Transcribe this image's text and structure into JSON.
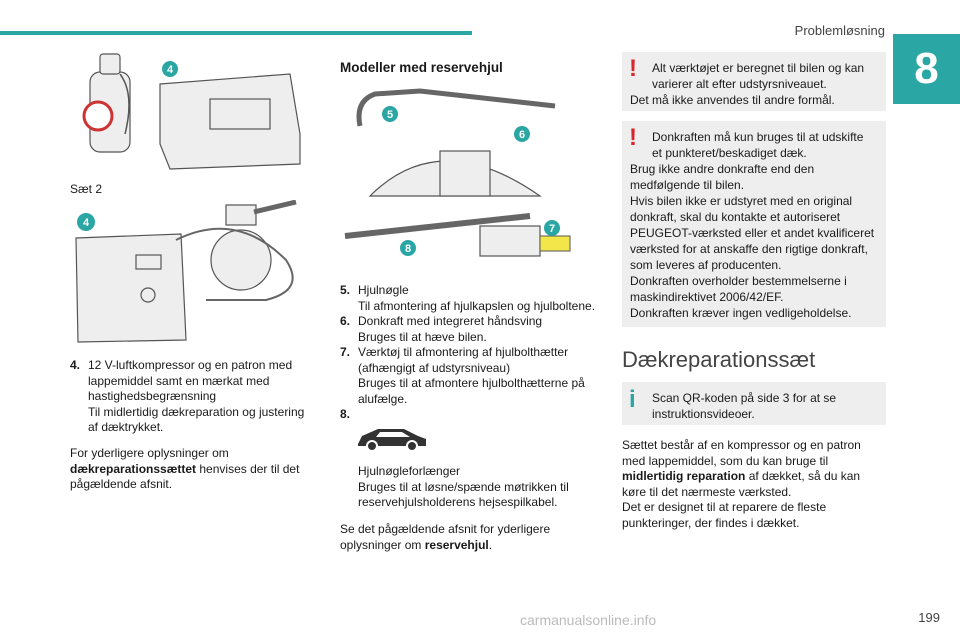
{
  "header": {
    "section": "Problemløsning",
    "chapter": "8"
  },
  "left": {
    "set2_label": "Sæt 2",
    "badge_a": "4",
    "badge_b": "4",
    "item4_num": "4.",
    "item4_lines": [
      "12 V-luftkompressor og en patron med",
      "lappemiddel samt en mærkat med",
      "hastighedsbegrænsning",
      "Til midlertidig dækreparation og justering",
      "af dæktrykket."
    ],
    "note_1": "For yderligere oplysninger om",
    "note_bold": "dækreparationssættet",
    "note_2": " henvises der til det",
    "note_3": "pågældende afsnit."
  },
  "middle": {
    "title": "Modeller med reservehjul",
    "badges": [
      "5",
      "6",
      "7",
      "8"
    ],
    "items": [
      {
        "num": "5.",
        "lines": [
          "Hjulnøgle",
          "Til afmontering af hjulkapslen og hjulboltene."
        ]
      },
      {
        "num": "6.",
        "lines": [
          "Donkraft med integreret håndsving",
          "Bruges til at hæve bilen."
        ]
      },
      {
        "num": "7.",
        "lines": [
          "Værktøj til afmontering af hjulbolthætter",
          "(afhængigt af udstyrsniveau)",
          "Bruges til at afmontere hjulbolthætterne på",
          "alufælge."
        ]
      }
    ],
    "item8_num": "8.",
    "item8_lines": [
      "Hjulnøgleforlænger",
      "Bruges til at løsne/spænde møtrikken til",
      "reservehjulsholderens hejsespilkabel."
    ],
    "see_1": "Se det pågældende afsnit for yderligere",
    "see_2": "oplysninger om ",
    "see_bold": "reservehjul",
    "see_end": "."
  },
  "right": {
    "warn1_first": [
      "Alt værktøjet er beregnet til bilen og kan",
      "varierer alt efter udstyrsniveauet."
    ],
    "warn1_rest": [
      "Det må ikke anvendes til andre formål."
    ],
    "warn2_first": [
      "Donkraften må kun bruges til at udskifte",
      "et punkteret/beskadiget dæk."
    ],
    "warn2_rest": [
      "Brug ikke andre donkrafte end den",
      "medfølgende til bilen.",
      "Hvis bilen ikke er udstyret med en original",
      "donkraft, skal du kontakte et autoriseret",
      "PEUGEOT-værksted eller et andet kvalificeret",
      "værksted for at anskaffe den rigtige donkraft,",
      "som leveres af producenten.",
      "Donkraften overholder bestemmelserne i",
      "maskindirektivet 2006/42/EF.",
      "Donkraften kræver ingen vedligeholdelse."
    ],
    "heading": "Dækreparationssæt",
    "info_lines": [
      "Scan QR-koden på side 3 for at se",
      "instruktionsvideoer."
    ],
    "p1": "Sættet består af en kompressor og en patron",
    "p2": "med lappemiddel, som du kan bruge til",
    "p3_bold": "midlertidig reparation",
    "p3": " af dækket, så du kan",
    "p4": "køre til det nærmeste værksted.",
    "p5": "Det er designet til at reparere de fleste",
    "p6": "punkteringer, der findes i dækket."
  },
  "footer": {
    "page": "199",
    "watermark": "carmanualsonline.info"
  }
}
